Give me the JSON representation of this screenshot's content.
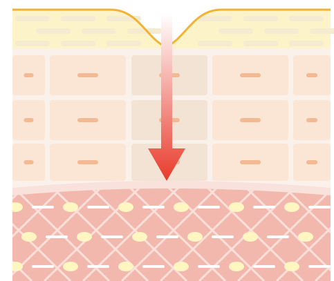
{
  "diagram": {
    "layers": [
      {
        "name": "surface-layer"
      },
      {
        "name": "cell-layer"
      },
      {
        "name": "dermis-layer"
      }
    ],
    "arrow": {
      "direction": "down"
    },
    "colors": {
      "background": "#ffffff",
      "surface_fill": "#fdf3c8",
      "surface_line": "#f2b233",
      "surface_lines": "#f4ebd0",
      "cell_zone": "#faf1ea",
      "cell_fill": "#fbe6d6",
      "cell_fill_affected": "#f3e3d4",
      "cell_marker": "#f3b992",
      "dermis_band": "#f9e1dc",
      "dermis_fill": "#f3b8ad",
      "fiber_lines": "#fbe0da",
      "fiber_dots": "#fff6c2",
      "fiber_dashes": "#ffffff",
      "arrow_start": "#ffffff",
      "arrow_end": "#e83b2c"
    }
  }
}
